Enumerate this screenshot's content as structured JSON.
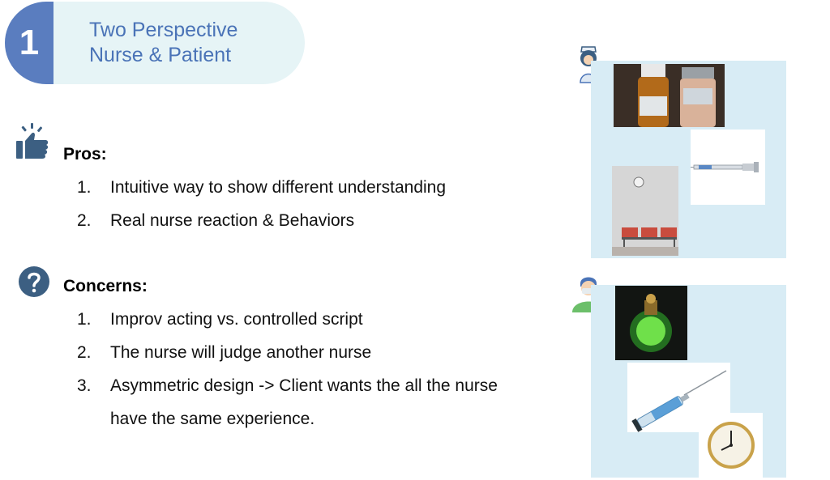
{
  "header": {
    "number": "1",
    "title_line1": "Two Perspective",
    "title_line2": "Nurse & Patient"
  },
  "pros": {
    "icon": "thumbs-up-icon",
    "title": "Pros:",
    "items": [
      {
        "num": "1.",
        "text": "Intuitive way to show different understanding"
      },
      {
        "num": "2.",
        "text": "Real nurse reaction & Behaviors"
      }
    ]
  },
  "concerns": {
    "icon": "question-icon",
    "title": "Concerns:",
    "items": [
      {
        "num": "1.",
        "text": "Improv acting vs. controlled script"
      },
      {
        "num": "2.",
        "text": "The nurse will judge another nurse"
      },
      {
        "num": "3.",
        "text": "Asymmetric design -> Client wants the all the nurse",
        "text2": "have the same experience."
      }
    ]
  },
  "colors": {
    "accent": "#5a7dbf",
    "header_bg": "#e6f4f6",
    "panel_bg": "#d8ecf5"
  },
  "panels": {
    "nurse": {
      "avatar": "nurse-avatar-icon",
      "images": [
        "medicine-bottles-image",
        "syringe-image",
        "waiting-room-image"
      ]
    },
    "patient": {
      "avatar": "patient-avatar-icon",
      "images": [
        "green-potion-image",
        "blue-syringe-image",
        "wall-clock-image"
      ]
    }
  }
}
